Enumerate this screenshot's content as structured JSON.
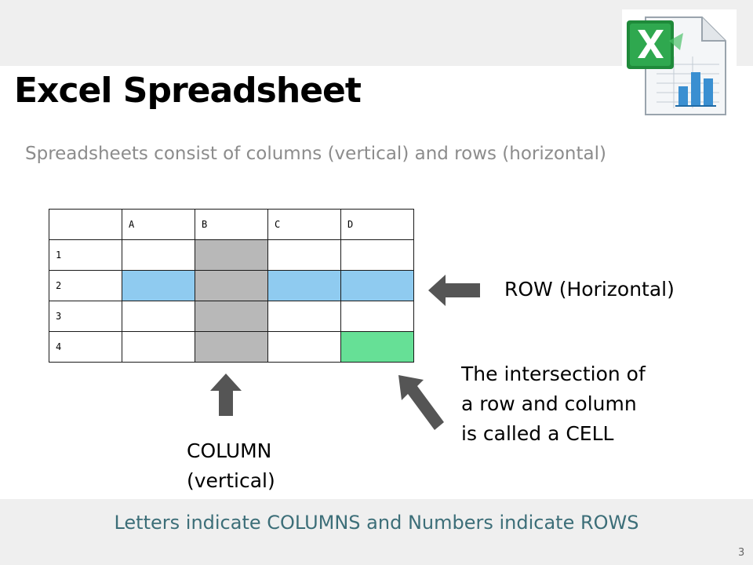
{
  "slide": {
    "title": "Excel Spreadsheet",
    "subtitle": "Spreadsheets consist of columns (vertical) and rows (horizontal)",
    "footer": "Letters indicate COLUMNS and Numbers indicate ROWS",
    "slide_number": "3"
  },
  "table": {
    "columns": [
      "A",
      "B",
      "C",
      "D"
    ],
    "rows": [
      "1",
      "2",
      "3",
      "4"
    ]
  },
  "annotations": {
    "row_label": "ROW (Horizontal)",
    "column_label_line1": "COLUMN",
    "column_label_line2": "(vertical)",
    "cell_line1": "The intersection of",
    "cell_line2": "a row and column",
    "cell_line3": "is called a CELL"
  },
  "colors": {
    "highlight_column": "#b8b8b8",
    "highlight_row": "#8fcbf0",
    "highlight_cell": "#66e096",
    "arrow": "#555555",
    "footer_text": "#3c6e78"
  }
}
